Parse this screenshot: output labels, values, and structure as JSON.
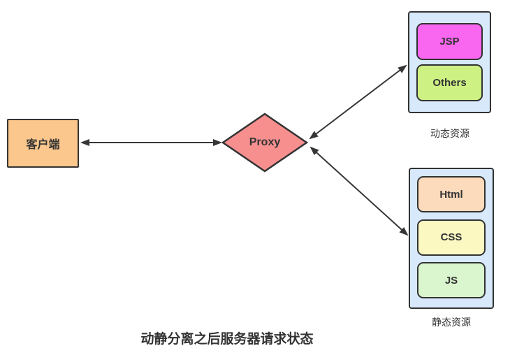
{
  "diagram": {
    "title": "动静分离之后服务器请求状态",
    "client": {
      "label": "客户端",
      "fill": "#fbc78d"
    },
    "proxy": {
      "label": "Proxy",
      "fill": "#f78f8f"
    },
    "dynamic_group": {
      "label": "动态资源",
      "fill": "#d7e9fb",
      "items": [
        {
          "label": "JSP",
          "fill": "#f966f0"
        },
        {
          "label": "Others",
          "fill": "#cdf283"
        }
      ]
    },
    "static_group": {
      "label": "静态资源",
      "fill": "#d7e9fb",
      "items": [
        {
          "label": "Html",
          "fill": "#fcdabc"
        },
        {
          "label": "CSS",
          "fill": "#fbf8c2"
        },
        {
          "label": "JS",
          "fill": "#daf6ce"
        }
      ]
    },
    "colors": {
      "border": "#333333",
      "arrow": "#363636",
      "text": "#333333"
    }
  }
}
